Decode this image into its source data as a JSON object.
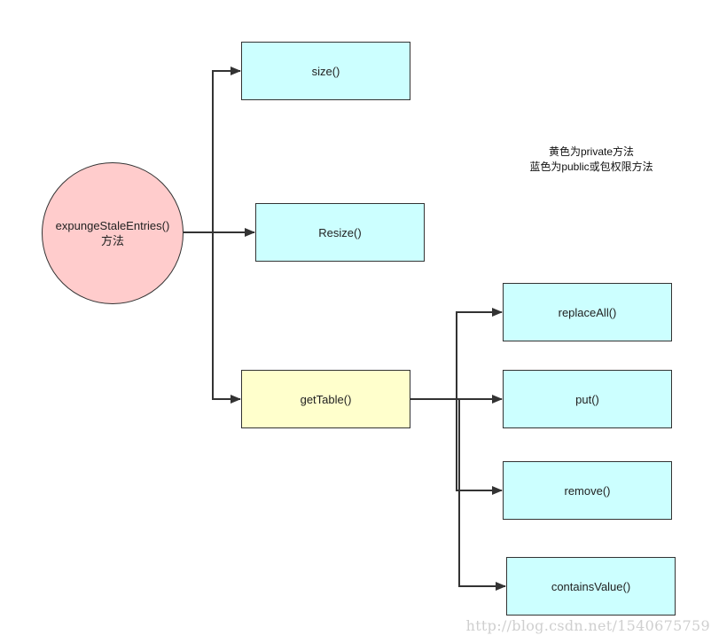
{
  "colors": {
    "root_fill": "#ffcccc",
    "public_fill": "#ccffff",
    "private_fill": "#ffffcc",
    "stroke": "#333333"
  },
  "root": {
    "line1": "expungeStaleEntries()",
    "line2": "方法"
  },
  "nodes": {
    "size": "size()",
    "resize": "Resize()",
    "get_table": "getTable()",
    "replace_all": "replaceAll()",
    "put": "put()",
    "remove": "remove()",
    "contains_value": "containsValue()"
  },
  "legend": {
    "line1": "黄色为private方法",
    "line2": "蓝色为public或包权限方法"
  },
  "watermark": "http://blog.csdn.net/1540675759"
}
